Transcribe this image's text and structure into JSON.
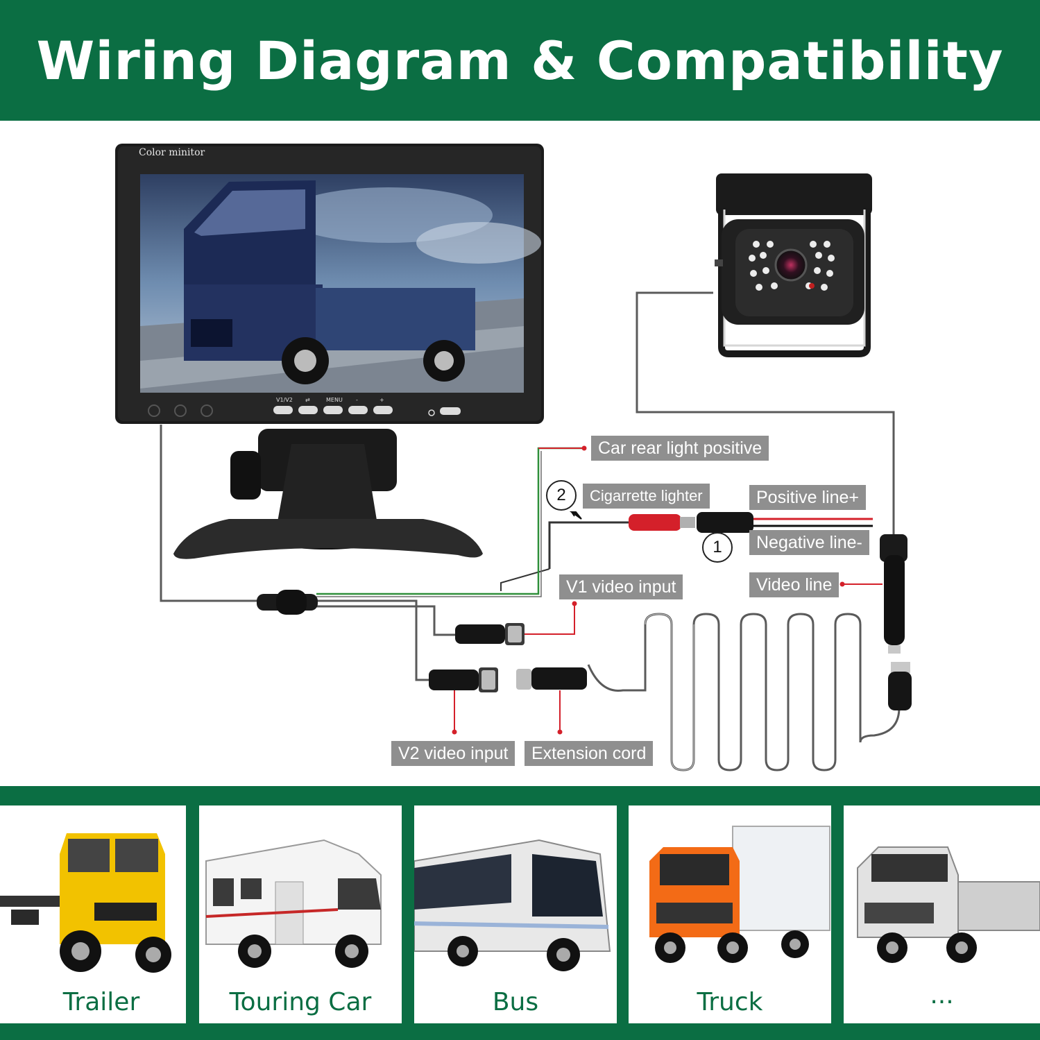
{
  "header": {
    "title": "Wiring Diagram & Compatibility"
  },
  "monitor": {
    "brand_text": "Color minitor",
    "buttons": [
      "V1/V2",
      "⇄",
      "MENU",
      "-",
      "+"
    ]
  },
  "labels": {
    "car_rear_light_positive": "Car rear light positive",
    "cigarette_lighter": "Cigarrette lighter",
    "positive_line": "Positive line+",
    "negative_line": "Negative line-",
    "v1_video_input": "V1 video input",
    "video_line": "Video line",
    "v2_video_input": "V2 video input",
    "extension_cord": "Extension cord"
  },
  "markers": {
    "one": "1",
    "two": "2"
  },
  "vehicles": [
    {
      "label": "Trailer",
      "icon": "trailer-truck-icon",
      "color": "#f2c200"
    },
    {
      "label": "Touring Car",
      "icon": "rv-icon",
      "color": "#f4f4f4"
    },
    {
      "label": "Bus",
      "icon": "bus-icon",
      "color": "#e8e8e8"
    },
    {
      "label": "Truck",
      "icon": "box-truck-icon",
      "color": "#f36b16"
    },
    {
      "label": "···",
      "icon": "flatbed-truck-icon",
      "color": "#d8d8d8"
    }
  ],
  "colors": {
    "brand_green": "#0b6e43",
    "wire_red": "#d4202a",
    "wire_green": "#2f8f3a",
    "label_gray": "#8f8f8f"
  }
}
